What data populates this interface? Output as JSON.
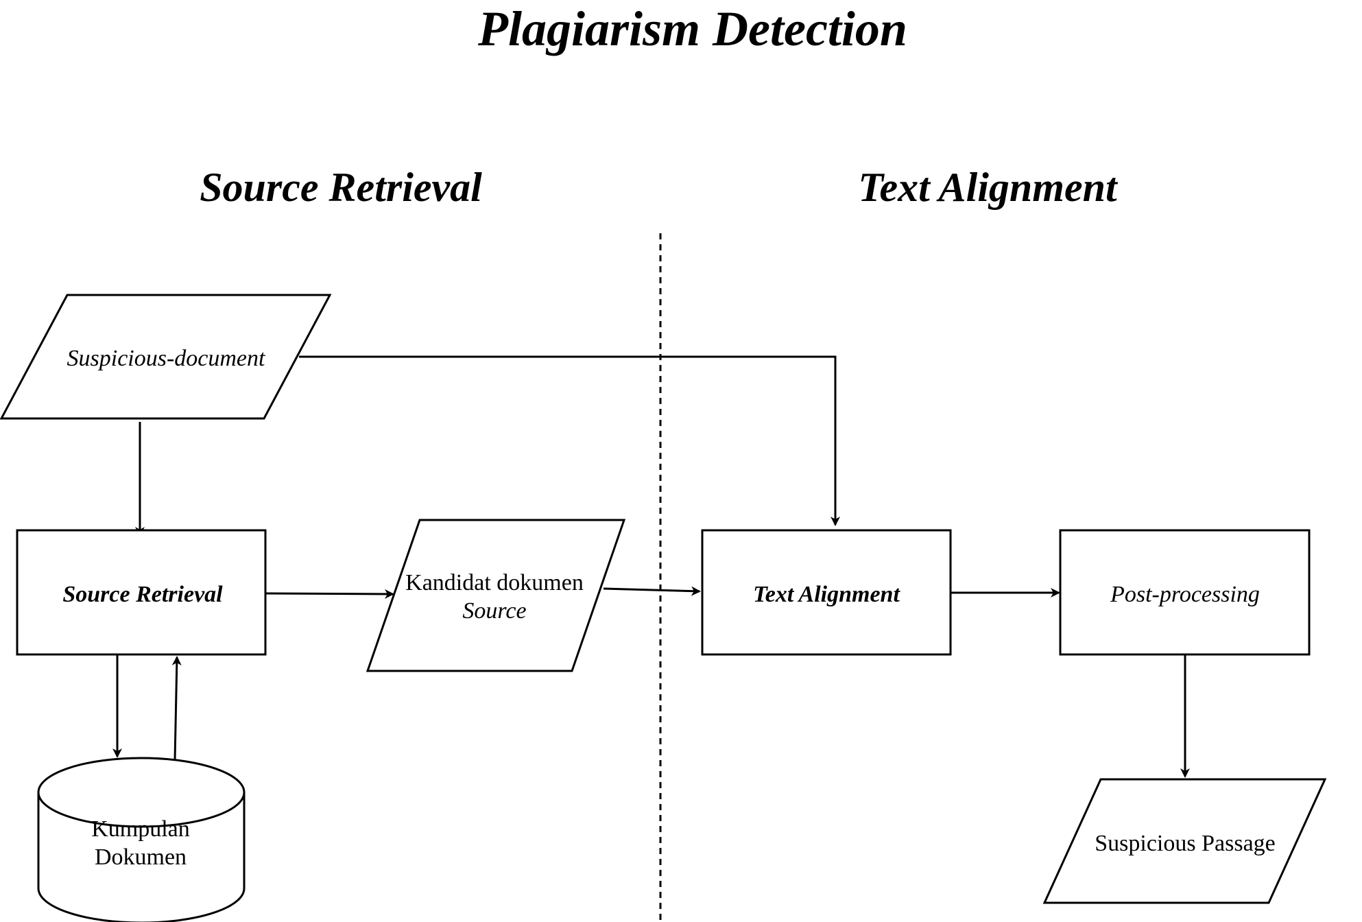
{
  "title": "Plagiarism Detection",
  "sections": {
    "left": "Source Retrieval",
    "right": "Text Alignment"
  },
  "nodes": {
    "suspicious_document": "Suspicious-document",
    "source_retrieval": "Source Retrieval",
    "kandidat_line1": "Kandidat dokumen",
    "kandidat_line2": "Source",
    "kumpulan_line1": "Kumpulan",
    "kumpulan_line2": "Dokumen",
    "text_alignment": "Text Alignment",
    "post_processing": "Post-processing",
    "suspicious_passage": "Suspicious Passage"
  },
  "colors": {
    "stroke": "#000000",
    "background": "#ffffff"
  }
}
